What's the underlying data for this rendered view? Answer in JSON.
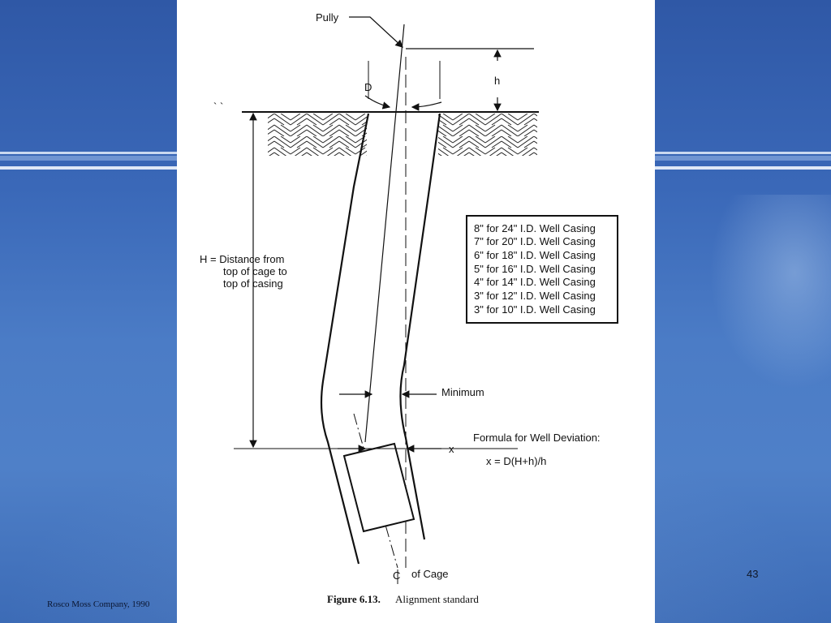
{
  "slide": {
    "page_number": "43",
    "source_credit": "Rosco Moss Company, 1990",
    "colors": {
      "background": "#3a68b8",
      "panel": "#ffffff",
      "ink": "#111111"
    }
  },
  "figure": {
    "pulley_label": "Pully",
    "h_label": "h",
    "d_label": "D",
    "x_label": "x",
    "minimum_label": "Minimum",
    "h_distance_lines": [
      "H = Distance from",
      "top of cage to",
      "top of casing"
    ],
    "casing_table": [
      "8\" for 24\" I.D. Well Casing",
      "7\" for 20\" I.D. Well Casing",
      "6\" for 18\" I.D. Well Casing",
      "5\" for 16\" I.D. Well Casing",
      "4\" for 14\" I.D. Well Casing",
      "3\" for 12\" I.D. Well Casing",
      "3\" for 10\" I.D. Well Casing"
    ],
    "formula_title": "Formula for Well Deviation:",
    "formula": "x = D(H+h)/h",
    "centerline_symbol": "C",
    "centerline_label": "of Cage",
    "caption_number": "Figure 6.13.",
    "caption_text": "Alignment standard"
  }
}
